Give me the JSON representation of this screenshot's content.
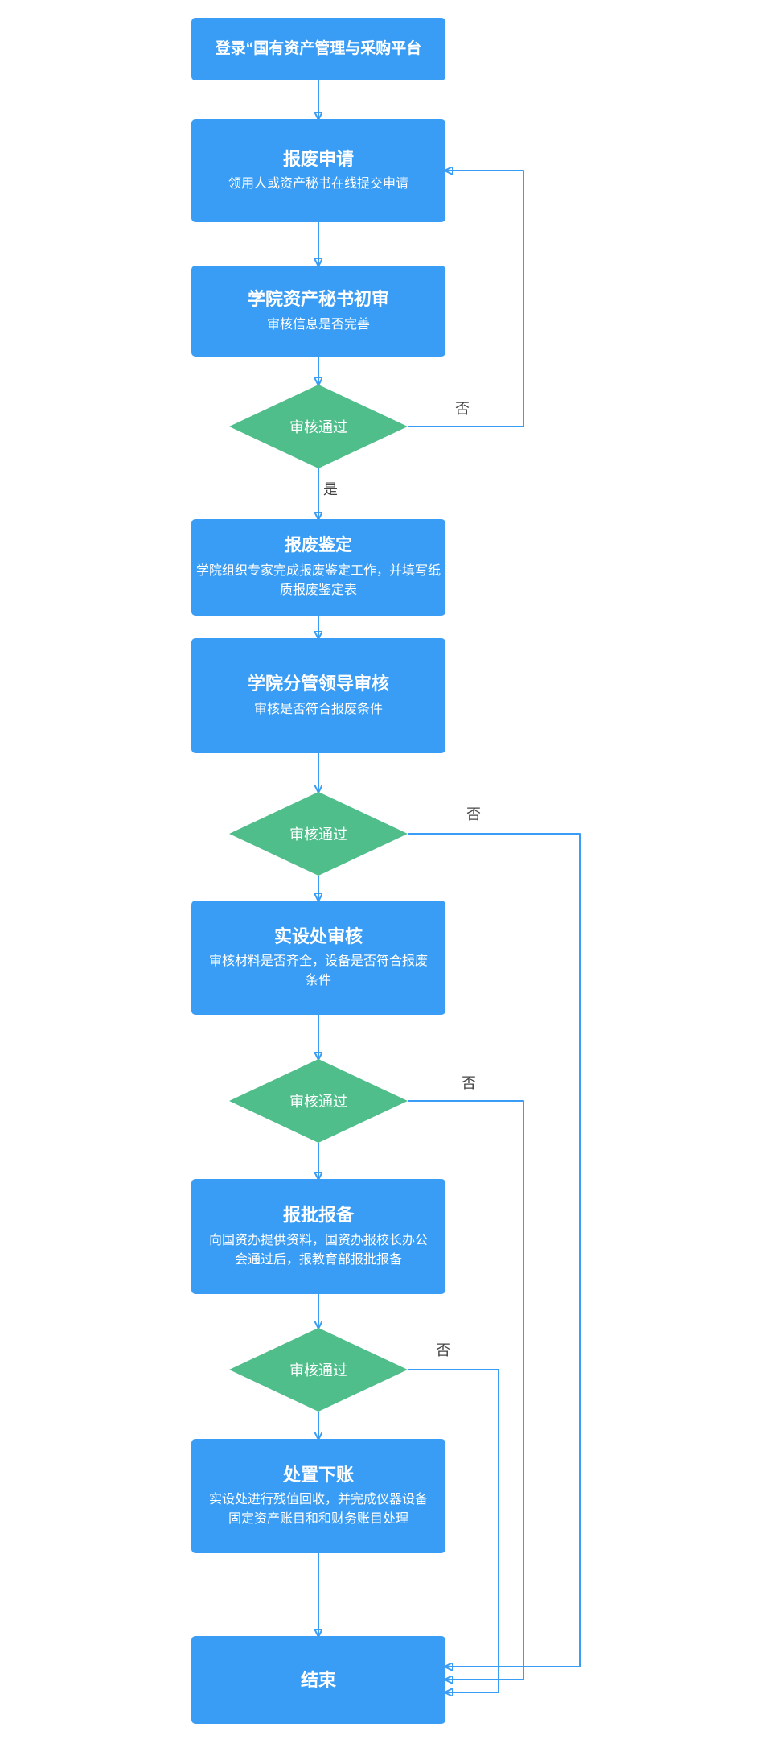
{
  "colors": {
    "process_fill": "#3A9DF5",
    "decision_fill": "#4FBE8B",
    "connector": "#3A9DF5",
    "node_text": "#FFFFFF",
    "branch_label_text": "#444444",
    "background": "#FFFFFF"
  },
  "branch_labels": {
    "yes": "是",
    "no": "否"
  },
  "nodes": {
    "login": {
      "title": "登录“国有资产管理与采购平台"
    },
    "apply": {
      "title": "报废申请",
      "subtitle": "领用人或资产秘书在线提交申请"
    },
    "secretary_review": {
      "title": "学院资产秘书初审",
      "subtitle": "审核信息是否完善"
    },
    "decision1": {
      "label": "审核通过"
    },
    "appraisal": {
      "title": "报废鉴定",
      "subtitle": "学院组织专家完成报废鉴定工作，并填写纸\n质报废鉴定表"
    },
    "leader_review": {
      "title": "学院分管领导审核",
      "subtitle": "审核是否符合报废条件"
    },
    "decision2": {
      "label": "审核通过"
    },
    "office_review": {
      "title": "实设处审核",
      "subtitle": "审核材料是否齐全，设备是否符合报废\n条件"
    },
    "decision3": {
      "label": "审核通过"
    },
    "filing": {
      "title": "报批报备",
      "subtitle": "向国资办提供资料，国资办报校长办公\n会通过后，报教育部报批报备"
    },
    "decision4": {
      "label": "审核通过"
    },
    "writeoff": {
      "title": "处置下账",
      "subtitle": "实设处进行残值回收，并完成仪器设备\n固定资产账目和和财务账目处理"
    },
    "end": {
      "title": "结束"
    }
  },
  "edges": [
    {
      "from": "login",
      "to": "apply",
      "label": ""
    },
    {
      "from": "apply",
      "to": "secretary_review",
      "label": ""
    },
    {
      "from": "secretary_review",
      "to": "decision1",
      "label": ""
    },
    {
      "from": "decision1",
      "to": "appraisal",
      "label": "是"
    },
    {
      "from": "decision1",
      "to": "apply",
      "label": "否"
    },
    {
      "from": "appraisal",
      "to": "leader_review",
      "label": ""
    },
    {
      "from": "leader_review",
      "to": "decision2",
      "label": ""
    },
    {
      "from": "decision2",
      "to": "office_review",
      "label": ""
    },
    {
      "from": "decision2",
      "to": "end",
      "label": "否"
    },
    {
      "from": "office_review",
      "to": "decision3",
      "label": ""
    },
    {
      "from": "decision3",
      "to": "filing",
      "label": ""
    },
    {
      "from": "decision3",
      "to": "end",
      "label": "否"
    },
    {
      "from": "filing",
      "to": "decision4",
      "label": ""
    },
    {
      "from": "decision4",
      "to": "writeoff",
      "label": ""
    },
    {
      "from": "decision4",
      "to": "end",
      "label": "否"
    },
    {
      "from": "writeoff",
      "to": "end",
      "label": ""
    }
  ]
}
